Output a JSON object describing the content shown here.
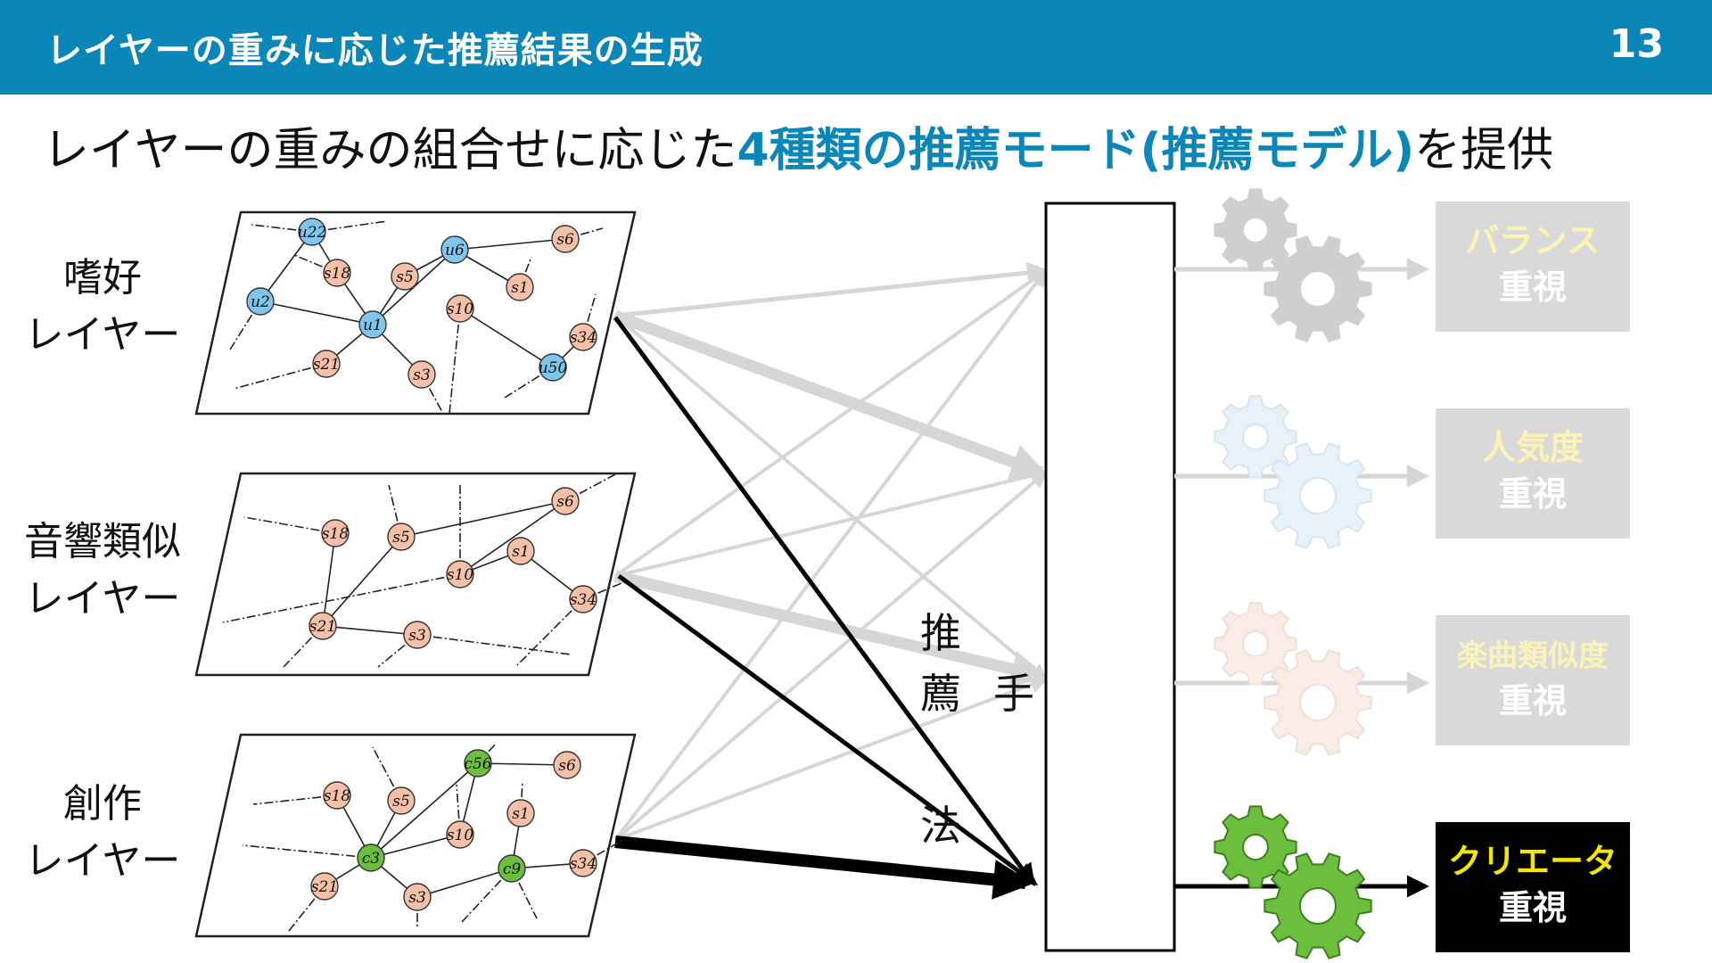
{
  "header": {
    "title": "レイヤーの重みに応じた推薦結果の生成",
    "page_number": "13"
  },
  "subtitle": {
    "prefix": "レイヤーの重みの組合せに応じた",
    "highlight": "4種類の推薦モード(推薦モデル)",
    "suffix": "を提供"
  },
  "colors": {
    "header_bg": "#0a86b8",
    "highlight": "#0a86b8",
    "user_node": "#7fc6ea",
    "song_node": "#f5c0a8",
    "creator_node": "#6cbf3c",
    "active_mode_bg": "#000000",
    "active_mode_text": "#f5e600",
    "inactive_mode_bg": "#d9d9d9",
    "inactive_mode_text": "#fbf3b6"
  },
  "layers": [
    {
      "line1": "嗜好",
      "line2": "レイヤー",
      "nodes": [
        {
          "label": "u22",
          "kind": "user"
        },
        {
          "label": "u6",
          "kind": "user"
        },
        {
          "label": "s6",
          "kind": "song"
        },
        {
          "label": "s18",
          "kind": "song"
        },
        {
          "label": "s5",
          "kind": "song"
        },
        {
          "label": "s1",
          "kind": "song"
        },
        {
          "label": "u2",
          "kind": "user"
        },
        {
          "label": "u1",
          "kind": "user"
        },
        {
          "label": "s10",
          "kind": "song"
        },
        {
          "label": "s34",
          "kind": "song"
        },
        {
          "label": "s21",
          "kind": "song"
        },
        {
          "label": "s3",
          "kind": "song"
        },
        {
          "label": "u50",
          "kind": "user"
        }
      ]
    },
    {
      "line1": "音響類似",
      "line2": "レイヤー",
      "nodes": [
        {
          "label": "s6",
          "kind": "song"
        },
        {
          "label": "s18",
          "kind": "song"
        },
        {
          "label": "s5",
          "kind": "song"
        },
        {
          "label": "s1",
          "kind": "song"
        },
        {
          "label": "s10",
          "kind": "song"
        },
        {
          "label": "s34",
          "kind": "song"
        },
        {
          "label": "s21",
          "kind": "song"
        },
        {
          "label": "s3",
          "kind": "song"
        }
      ]
    },
    {
      "line1": "創作",
      "line2": "レイヤー",
      "nodes": [
        {
          "label": "c56",
          "kind": "creator"
        },
        {
          "label": "s6",
          "kind": "song"
        },
        {
          "label": "s18",
          "kind": "song"
        },
        {
          "label": "s5",
          "kind": "song"
        },
        {
          "label": "s1",
          "kind": "song"
        },
        {
          "label": "s10",
          "kind": "song"
        },
        {
          "label": "c3",
          "kind": "creator"
        },
        {
          "label": "c9",
          "kind": "creator"
        },
        {
          "label": "s34",
          "kind": "song"
        },
        {
          "label": "s21",
          "kind": "song"
        },
        {
          "label": "s3",
          "kind": "song"
        }
      ]
    }
  ],
  "method": {
    "chars": [
      "推",
      "薦",
      "手",
      "法"
    ]
  },
  "modes": [
    {
      "line1": "バランス",
      "line2": "重視",
      "active": false
    },
    {
      "line1": "人気度",
      "line2": "重視",
      "active": false
    },
    {
      "line1": "楽曲類似度",
      "line2": "重視",
      "active": false
    },
    {
      "line1": "クリエータ",
      "line2": "重視",
      "active": true
    }
  ]
}
